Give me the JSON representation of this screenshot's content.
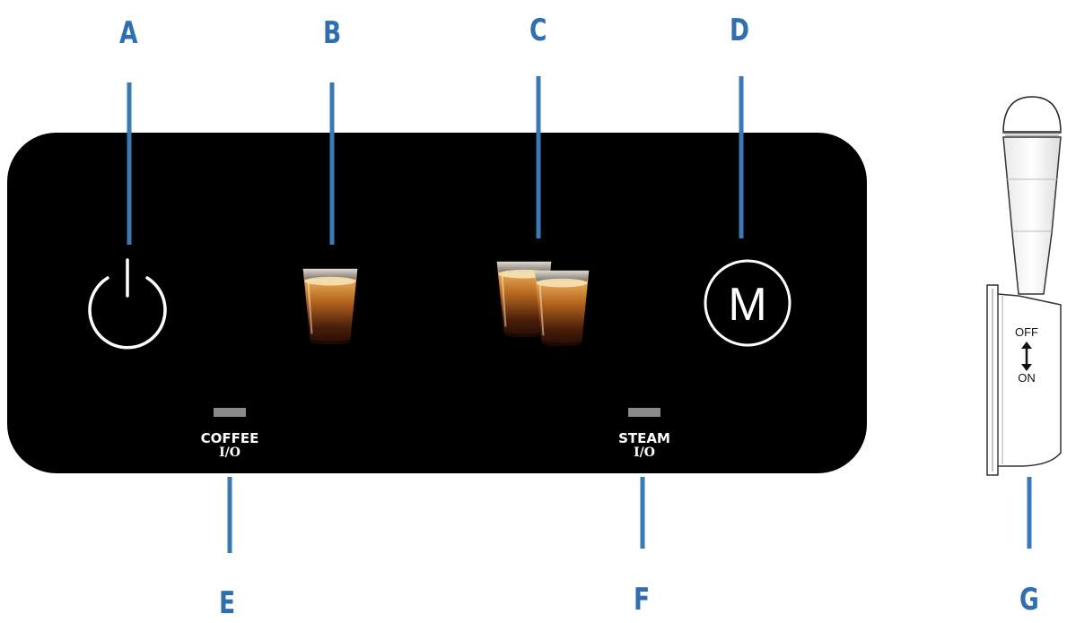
{
  "labels": {
    "a": "A",
    "b": "B",
    "c": "C",
    "d": "D",
    "e": "E",
    "f": "F",
    "g": "G"
  },
  "panel": {
    "coffee_label": "COFFEE",
    "coffee_switch": "I/O",
    "steam_label": "STEAM",
    "steam_switch": "I/O",
    "menu_button_letter": "M"
  },
  "steam_wand": {
    "toggle_off": "OFF",
    "toggle_on": "ON"
  },
  "colors": {
    "callout_blue": "#2f6fb0",
    "panel_black": "#000000",
    "indicator_gray": "#8a8a8a"
  }
}
